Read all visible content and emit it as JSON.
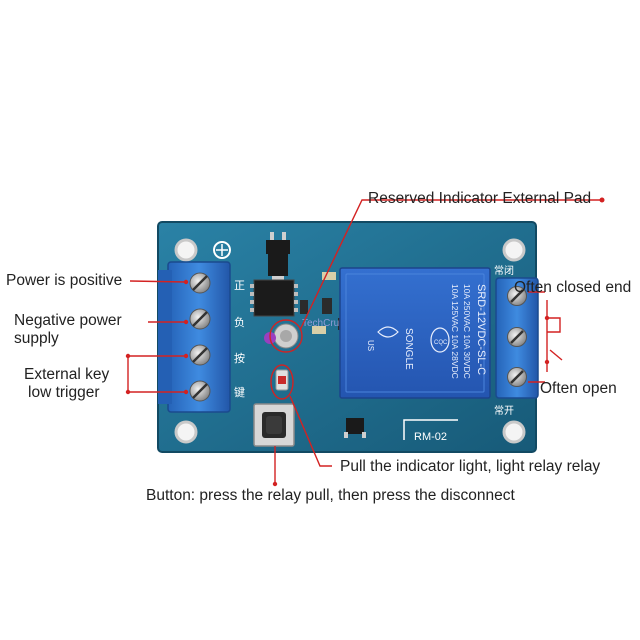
{
  "labels": {
    "reserved_pad": "Reserved Indicator External Pad",
    "power_positive": "Power is positive",
    "negative_supply_line1": "Negative power",
    "negative_supply_line2": "supply",
    "external_key_line1": "External key",
    "external_key_line2": "low trigger",
    "often_closed": "Often closed end",
    "often_open": "Often open",
    "indicator_light": "Pull the indicator light, light relay relay",
    "button": "Button: press the relay pull, then press the disconnect"
  },
  "board": {
    "model": "RM-02",
    "watermark": "TechCrunch"
  },
  "relay": {
    "model": "SRD-12VDC-SL-C",
    "rating_line1": "10A 250VAC  10A 30VDC",
    "rating_line2": "10A 125VAC  10A 28VDC",
    "brand": "SONGLE",
    "cert": "CQC",
    "us": "US"
  },
  "silkscreen": {
    "positive": "正",
    "negative": "负",
    "key1": "按",
    "key2": "键",
    "nc": "常闭",
    "no": "常开"
  },
  "colors": {
    "pcb": "#1f6d8e",
    "terminal": "#2f76c9",
    "relay": "#2b62c0",
    "callout": "#d32222"
  }
}
